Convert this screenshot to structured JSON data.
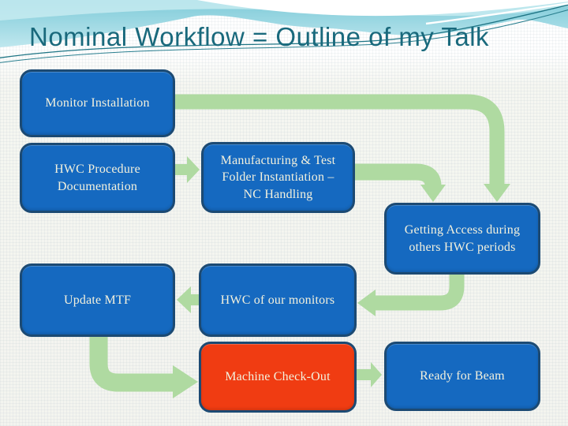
{
  "slide": {
    "title": "Nominal Workflow = Outline of my Talk",
    "boxes": [
      {
        "id": "monitor-installation",
        "label": "Monitor Installation",
        "type": "blue"
      },
      {
        "id": "hwc-procedure-documentation",
        "label": "HWC Procedure\nDocumentation",
        "type": "blue"
      },
      {
        "id": "manufacturing-test-folder",
        "label": "Manufacturing & Test\nFolder Instantiation –\nNC Handling",
        "type": "blue"
      },
      {
        "id": "getting-access",
        "label": "Getting Access during\nothers HWC periods",
        "type": "blue"
      },
      {
        "id": "update-mtf",
        "label": "Update MTF",
        "type": "blue"
      },
      {
        "id": "hwc-of-our-monitors",
        "label": "HWC of our monitors",
        "type": "blue"
      },
      {
        "id": "machine-check-out",
        "label": "Machine Check-Out",
        "type": "red"
      },
      {
        "id": "ready-for-beam",
        "label": "Ready for Beam",
        "type": "blue"
      }
    ],
    "connections": [
      {
        "from": "Monitor Installation",
        "to": "Getting Access during others HWC periods"
      },
      {
        "from": "HWC Procedure Documentation",
        "to": "Manufacturing & Test Folder Instantiation – NC Handling"
      },
      {
        "from": "Manufacturing & Test Folder Instantiation – NC Handling",
        "to": "Getting Access during others HWC periods"
      },
      {
        "from": "Getting Access during others HWC periods",
        "to": "HWC of our monitors"
      },
      {
        "from": "HWC of our monitors",
        "to": "Update MTF"
      },
      {
        "from": "Update MTF",
        "to": "Machine Check-Out"
      },
      {
        "from": "Machine Check-Out",
        "to": "Ready for Beam"
      }
    ],
    "colors": {
      "title_teal": "#19697c",
      "box_blue": "#1569c0",
      "box_red": "#f03c12",
      "box_border": "#1c4a73",
      "box_text": "#f3f1dd",
      "arrow_green": "#afdaa1",
      "wave_deep": "#7fcbd9",
      "wave_light": "#c9ecf1",
      "background": "#f3f4ef"
    }
  }
}
